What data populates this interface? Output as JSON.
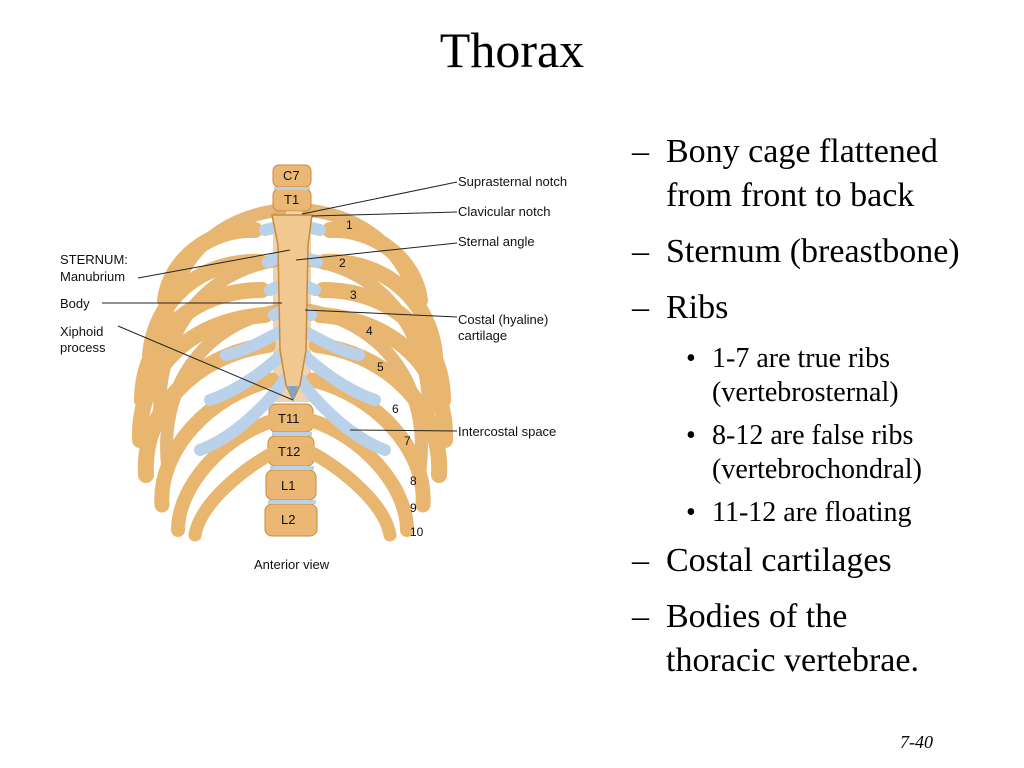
{
  "title": "Thorax",
  "figure": {
    "labels": {
      "suprasternal_notch": "Suprasternal notch",
      "clavicular_notch": "Clavicular notch",
      "sternal_angle": "Sternal angle",
      "sternum": "STERNUM:",
      "manubrium": "Manubrium",
      "body": "Body",
      "xiphoid": "Xiphoid",
      "process": "process",
      "costal": "Costal (hyaline)",
      "cartilage": "cartilage",
      "intercostal_space": "Intercostal space",
      "anterior_view": "Anterior view"
    },
    "vertebrae": [
      "C7",
      "T1",
      "T11",
      "T12",
      "L1",
      "L2"
    ],
    "rib_numbers": [
      "1",
      "2",
      "3",
      "4",
      "5",
      "6",
      "7",
      "8",
      "9",
      "10"
    ],
    "colors": {
      "bone": "#e9b66f",
      "bone_edge": "#c98a3a",
      "cartilage": "#b9d2ea",
      "cartilage_edge": "#7fa4c8"
    }
  },
  "bullets": {
    "b1_line1": "Bony cage flattened",
    "b1_line2": "from front to back",
    "b2": "Sternum (breastbone)",
    "b3": "Ribs",
    "sub1_line1": "1-7 are true ribs",
    "sub1_line2": "(vertebrosternal)",
    "sub2_line1": "8-12 are false ribs",
    "sub2_line2": "(vertebrochondral)",
    "sub3": "11-12 are floating",
    "b4": "Costal cartilages",
    "b5_line1": "Bodies of the",
    "b5_line2": "thoracic vertebrae."
  },
  "page_number": "7-40"
}
